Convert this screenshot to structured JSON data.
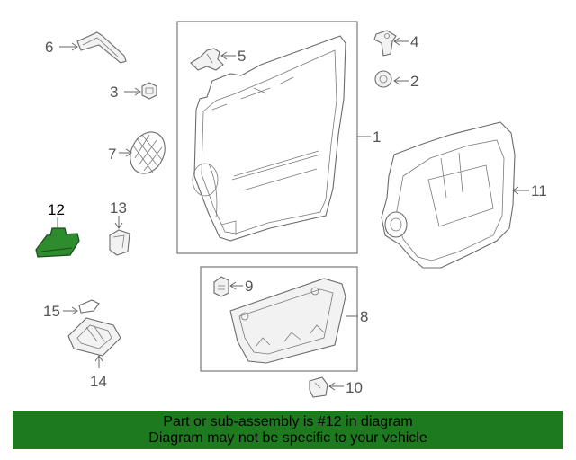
{
  "callouts": {
    "c1": "1",
    "c2": "2",
    "c3": "3",
    "c4": "4",
    "c5": "5",
    "c6": "6",
    "c7": "7",
    "c8": "8",
    "c9": "9",
    "c10": "10",
    "c11": "11",
    "c12": "12",
    "c13": "13",
    "c14": "14",
    "c15": "15"
  },
  "highlight_part": "12",
  "colors": {
    "highlight": "#2e8b2e",
    "banner": "#1e7a1e",
    "line": "#6b6b6b"
  },
  "banner": {
    "line1": "Part or sub-assembly is #12 in diagram",
    "line2": "Diagram may not be specific to your vehicle"
  }
}
